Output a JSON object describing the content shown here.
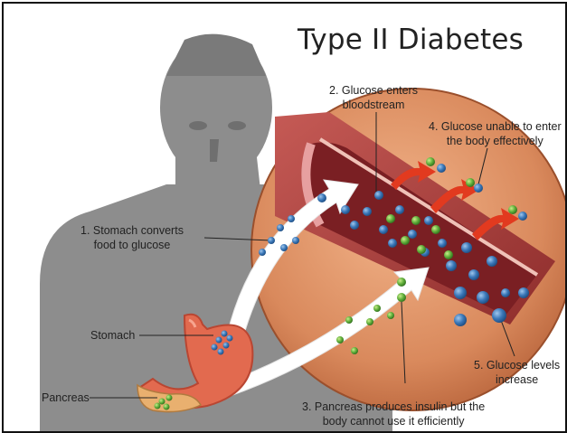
{
  "title": "Type II Diabetes",
  "labels": {
    "step1": "1. Stomach converts\nfood to glucose",
    "step2": "2. Glucose enters\nbloodstream",
    "step3": "3. Pancreas produces insulin but the\nbody cannot use it efficiently",
    "step4": "4. Glucose unable to enter\nthe body effectively",
    "step5": "5. Glucose levels\nincrease",
    "stomach": "Stomach",
    "pancreas": "Pancreas"
  },
  "colors": {
    "body": "#8d8d8d",
    "circle": "#d9895c",
    "vessel": "#b84a46",
    "glucose": "#3a77b8",
    "insulin": "#5fae3a",
    "arrow_red": "#e23a1f"
  }
}
